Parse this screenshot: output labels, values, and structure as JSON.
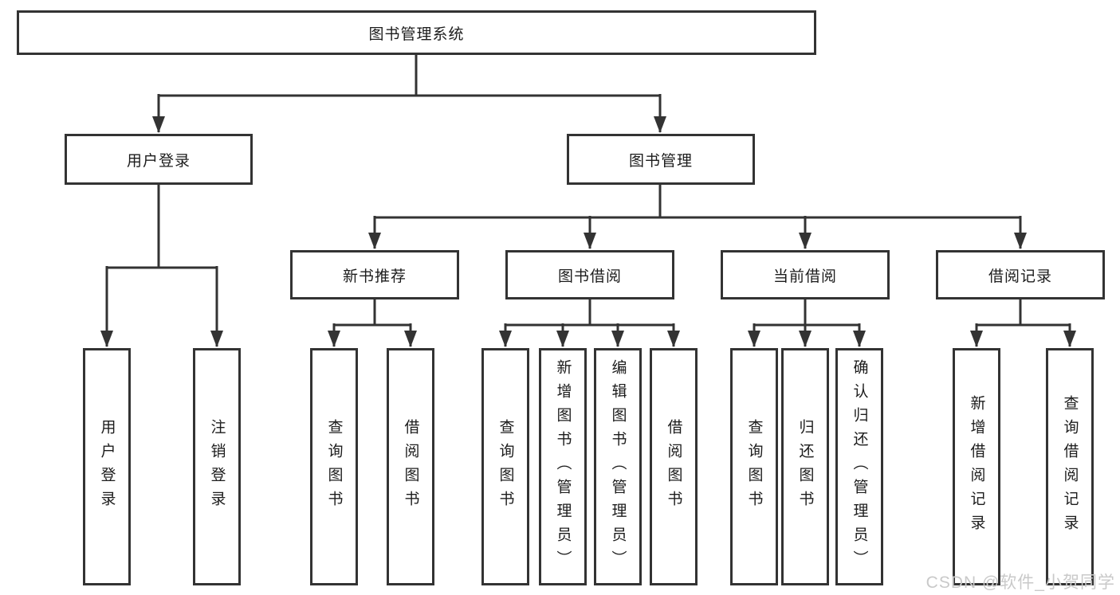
{
  "diagram_title": "图书管理系统",
  "root": {
    "label": "图书管理系统"
  },
  "branches": [
    {
      "label": "用户登录",
      "children": [
        {
          "label": "用户登录"
        },
        {
          "label": "注销登录"
        }
      ]
    },
    {
      "label": "图书管理",
      "children": [
        {
          "label": "新书推荐",
          "children": [
            {
              "label": "查询图书"
            },
            {
              "label": "借阅图书"
            }
          ]
        },
        {
          "label": "图书借阅",
          "children": [
            {
              "label": "查询图书"
            },
            {
              "label": "新增图书（管理员）"
            },
            {
              "label": "编辑图书（管理员）"
            },
            {
              "label": "借阅图书"
            }
          ]
        },
        {
          "label": "当前借阅",
          "children": [
            {
              "label": "查询图书"
            },
            {
              "label": "归还图书"
            },
            {
              "label": "确认归还（管理员）"
            }
          ]
        },
        {
          "label": "借阅记录",
          "children": [
            {
              "label": "新增借阅记录"
            },
            {
              "label": "查询借阅记录"
            }
          ]
        }
      ]
    }
  ],
  "watermark": "CSDN @软件_小贺同学",
  "colors": {
    "line": "#333333",
    "text": "#1c1c1c",
    "watermark": "#c9c9c9",
    "background": "#ffffff"
  }
}
